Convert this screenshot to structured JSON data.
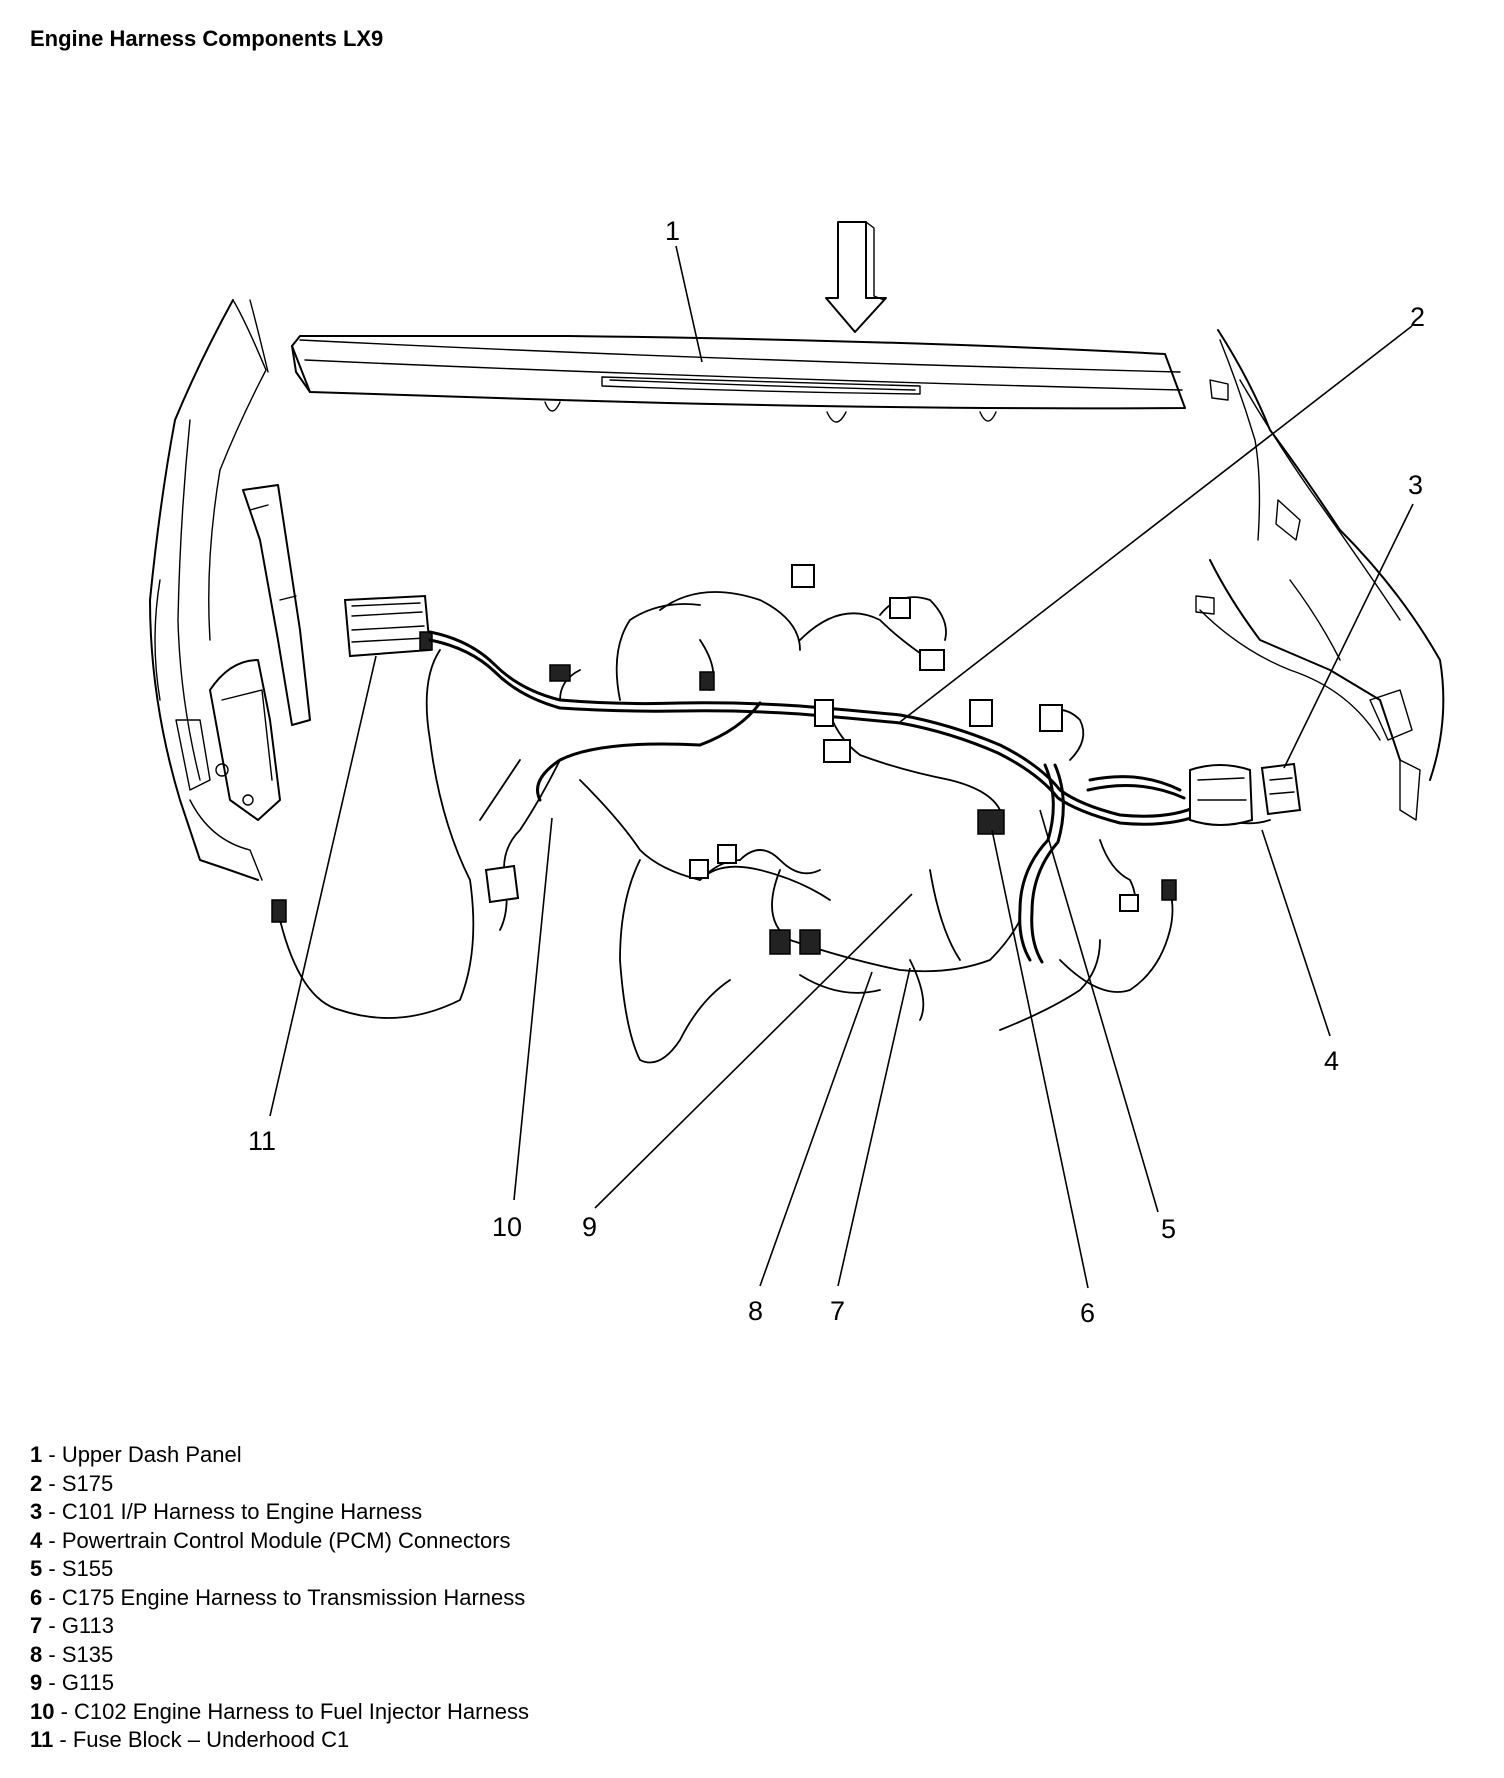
{
  "title": "Engine Harness Components LX9",
  "callouts": [
    "1",
    "2",
    "3",
    "4",
    "5",
    "6",
    "7",
    "8",
    "9",
    "10",
    "11"
  ],
  "legend": [
    {
      "num": "1",
      "text": "Upper Dash Panel"
    },
    {
      "num": "2",
      "text": "S175"
    },
    {
      "num": "3",
      "text": "C101 I/P Harness to Engine Harness"
    },
    {
      "num": "4",
      "text": "Powertrain Control Module (PCM) Connectors"
    },
    {
      "num": "5",
      "text": "S155"
    },
    {
      "num": "6",
      "text": "C175 Engine Harness to Transmission Harness"
    },
    {
      "num": "7",
      "text": "G113"
    },
    {
      "num": "8",
      "text": "S135"
    },
    {
      "num": "9",
      "text": "G115"
    },
    {
      "num": "10",
      "text": "C102 Engine Harness to Fuel Injector Harness"
    },
    {
      "num": "11",
      "text": "Fuse Block – Underhood C1"
    }
  ],
  "icons": {
    "view_direction": "down-arrow-icon"
  }
}
